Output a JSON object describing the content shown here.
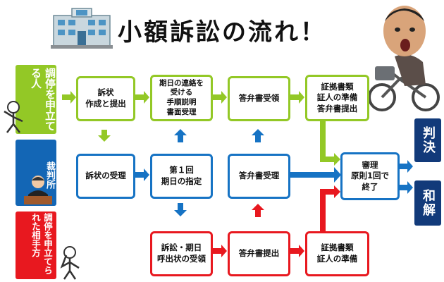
{
  "title": "小額訴訟の流れ！",
  "lanes": {
    "plaintiff": "調停を申立てる人",
    "court": "裁判所",
    "defendant": "調停を申立てられた相手方"
  },
  "boxes": {
    "filing": "訴状\n作成と提出",
    "date_notice": "期日の連絡を\n受ける\n手順説明\n書面受理",
    "answer_receive_p": "答弁書受領",
    "evidence_p": "証拠書類\n証人の準備\n答弁書提出",
    "complaint_accept": "訴状の受理",
    "first_date": "第１回\n期日の指定",
    "answer_accept": "答弁書受理",
    "trial": "審理\n原則1回で\n終了",
    "summons": "訴訟・期日\n呼出状の受領",
    "answer_submit": "答弁書提出",
    "evidence_d": "証拠書類\n証人の準備"
  },
  "results": {
    "judgment": "判決",
    "settlement": "和解"
  },
  "colors": {
    "green": "#93c826",
    "blue": "#1673c4",
    "red": "#e8181f",
    "navy": "#123a7a"
  }
}
